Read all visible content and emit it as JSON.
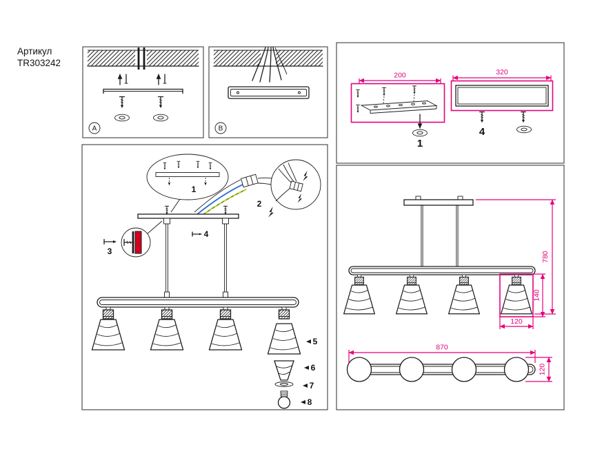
{
  "article": {
    "label": "Артикул",
    "number": "TR303242"
  },
  "colors": {
    "accent": "#e5007d",
    "line": "#1b1b1b",
    "panel_border": "#4e4e4e",
    "detail_red": "#d1001f",
    "wire_blue": "#2f6fd6",
    "wire_green": "#58a33a",
    "wire_yellow": "#e8c619"
  },
  "mount_panels": {
    "a": {
      "label": "A"
    },
    "b": {
      "label": "B"
    }
  },
  "hardware": {
    "bracket_small": {
      "length_mm": "200",
      "quantity": "1"
    },
    "bracket_large": {
      "length_mm": "320",
      "quantity": "4"
    }
  },
  "assembly": {
    "steps": {
      "s1": "1",
      "s2": "2",
      "s3": "3",
      "s4": "4",
      "s5": "5",
      "s6": "6",
      "s7": "7",
      "s8": "8"
    }
  },
  "dimensions": {
    "overall_height_mm": "780",
    "lamp_height_mm": "140",
    "lamp_width_mm": "120",
    "overall_length_mm": "870",
    "body_depth_mm": "120"
  }
}
